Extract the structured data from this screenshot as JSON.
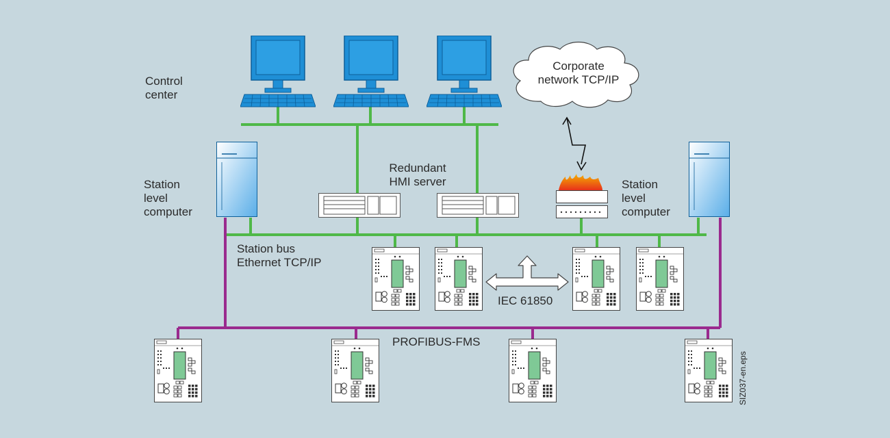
{
  "labels": {
    "control_center": "Control\ncenter",
    "corporate_network": "Corporate\nnetwork TCP/IP",
    "station_computer_left": "Station\nlevel\ncomputer",
    "station_computer_right": "Station\nlevel\ncomputer",
    "redundant_hmi": "Redundant\nHMI server",
    "station_bus": "Station bus\nEthernet TCP/IP",
    "iec": "IEC 61850",
    "profibus": "PROFIBUS-FMS",
    "figure_id": "SIZ037-en.eps"
  },
  "colors": {
    "background": "#c6d7de",
    "ethernet": "#4fb848",
    "profibus": "#9a2a8e",
    "screen": "#1f8fd6",
    "relay_display": "#7fc996"
  }
}
